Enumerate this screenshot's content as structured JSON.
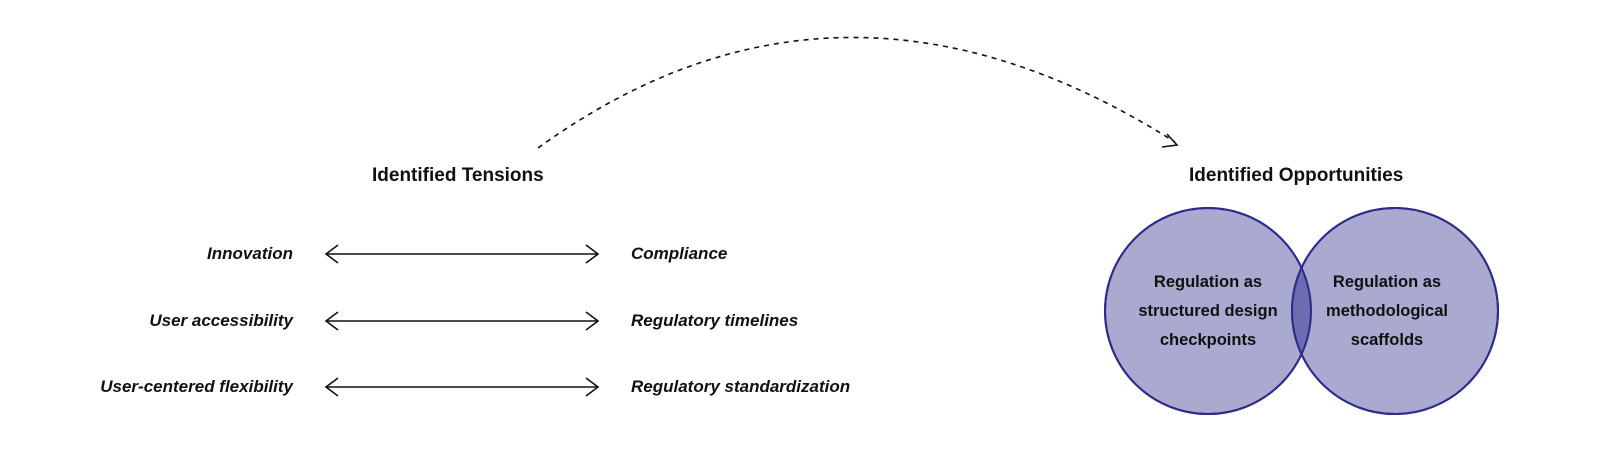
{
  "tensions": {
    "heading": "Identified Tensions",
    "pairs": [
      {
        "left": "Innovation",
        "right": "Compliance"
      },
      {
        "left": "User accessibility",
        "right": "Regulatory timelines"
      },
      {
        "left": "User-centered flexibility",
        "right": "Regulatory standardization"
      }
    ]
  },
  "opportunities": {
    "heading": "Identified Opportunities",
    "circles": [
      {
        "text": "Regulation as structured design checkpoints"
      },
      {
        "text": "Regulation as methodological scaffolds"
      }
    ]
  },
  "colors": {
    "circle_fill": "#aaa9d0",
    "circle_stroke": "#2e2c8a",
    "overlap_fill": "#6e6cb0",
    "line": "#111111"
  }
}
